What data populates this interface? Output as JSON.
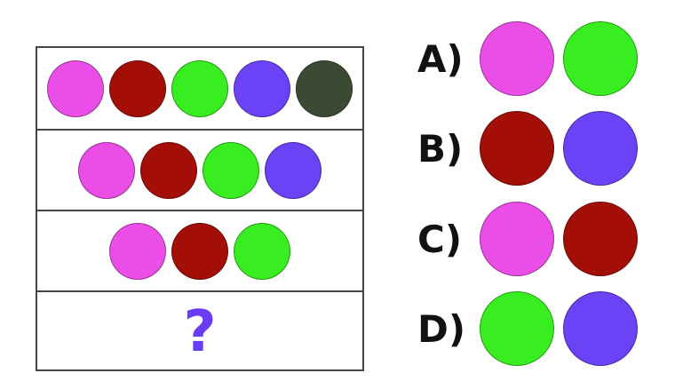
{
  "colors": {
    "pink": "#ea4ee6",
    "red": "#a30e06",
    "green": "#38ee20",
    "purple": "#6b42f6",
    "dark_green": "#3b4a33",
    "question": "#6a3df5"
  },
  "puzzle": {
    "rows": [
      [
        "#ea4ee6",
        "#a30e06",
        "#38ee20",
        "#6b42f6",
        "#3b4a33"
      ],
      [
        "#ea4ee6",
        "#a30e06",
        "#38ee20",
        "#6b42f6"
      ],
      [
        "#ea4ee6",
        "#a30e06",
        "#38ee20"
      ]
    ],
    "question_mark": "?"
  },
  "options": [
    {
      "label": "A)",
      "colors": [
        "#ea4ee6",
        "#38ee20"
      ]
    },
    {
      "label": "B)",
      "colors": [
        "#a30e06",
        "#6b42f6"
      ]
    },
    {
      "label": "C)",
      "colors": [
        "#ea4ee6",
        "#a30e06"
      ]
    },
    {
      "label": "D)",
      "colors": [
        "#38ee20",
        "#6b42f6"
      ]
    }
  ]
}
